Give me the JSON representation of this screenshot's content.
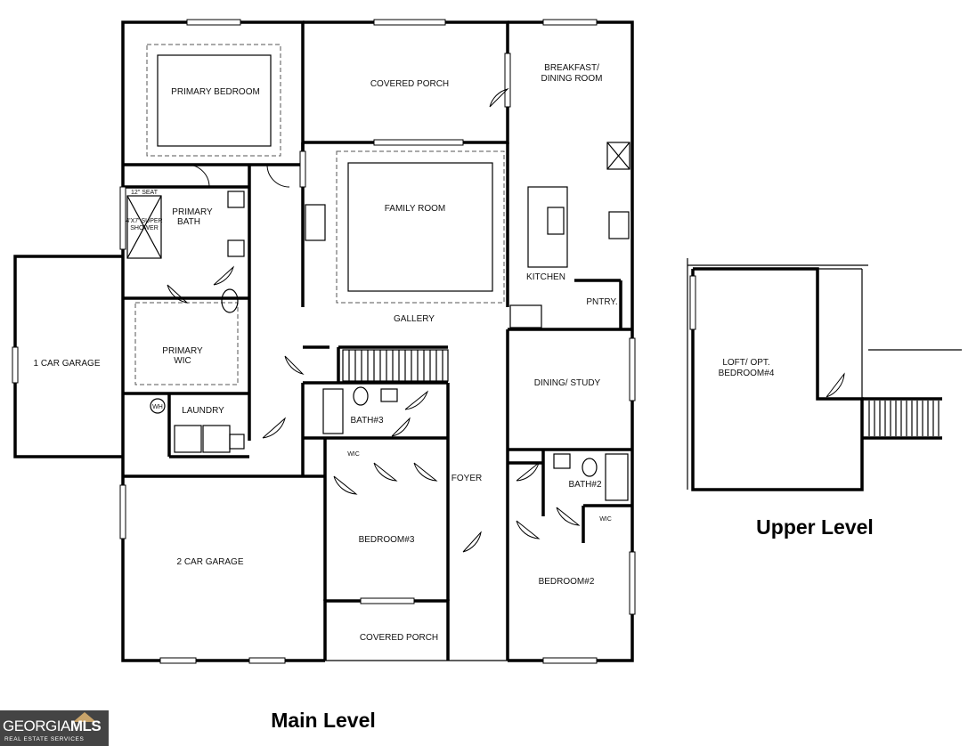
{
  "rooms": {
    "primary_bedroom": "PRIMARY BEDROOM",
    "covered_porch_rear": "COVERED PORCH",
    "breakfast_line1": "BREAKFAST/",
    "breakfast_line2": "DINING ROOM",
    "family_room": "FAMILY ROOM",
    "kitchen": "KITCHEN",
    "pantry": "PNTRY.",
    "seat": "12\" SEAT",
    "shower_line1": "4'X7' SUPER",
    "shower_line2": "SHOWER",
    "primary_bath_line1": "PRIMARY",
    "primary_bath_line2": "BATH",
    "gallery": "GALLERY",
    "one_car_garage": "1 CAR GARAGE",
    "primary_wic_line1": "PRIMARY",
    "primary_wic_line2": "WIC",
    "dining_study": "DINING/ STUDY",
    "laundry": "LAUNDRY",
    "bath3": "BATH#3",
    "wic_bed3": "WIC",
    "foyer": "FOYER",
    "bath2": "BATH#2",
    "wic_bed2": "WIC",
    "two_car_garage": "2 CAR GARAGE",
    "bedroom3": "BEDROOM#3",
    "bedroom2": "BEDROOM#2",
    "covered_porch_front": "COVERED PORCH",
    "loft_line1": "LOFT/ OPT.",
    "loft_line2": "BEDROOM#4",
    "wh": "WH"
  },
  "levels": {
    "upper": "Upper Level",
    "main": "Main Level"
  },
  "logo": {
    "brand_left": "GEORGIA",
    "brand_right": "MLS",
    "tagline": "REAL ESTATE SERVICES",
    "roof_color": "#c9a46a",
    "bg_color": "#444444"
  }
}
